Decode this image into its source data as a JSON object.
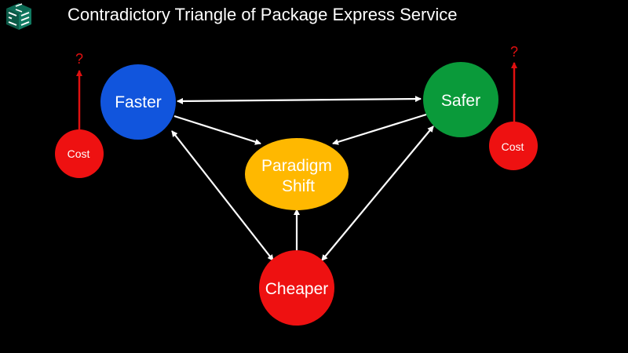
{
  "title": "Contradictory Triangle of Package Express Service",
  "logo_icon": "cube-logo-icon",
  "nodes": {
    "faster": {
      "label": "Faster",
      "color": "#1155dd"
    },
    "safer": {
      "label": "Safer",
      "color": "#0a9a3a"
    },
    "paradigm": {
      "label_line1": "Paradigm",
      "label_line2": "Shift",
      "color": "#ffb800"
    },
    "cheaper": {
      "label": "Cheaper",
      "color": "#ee1111"
    },
    "cost_left": {
      "label": "Cost",
      "question": "?",
      "color": "#ee1111"
    },
    "cost_right": {
      "label": "Cost",
      "question": "?",
      "color": "#ee1111"
    }
  }
}
